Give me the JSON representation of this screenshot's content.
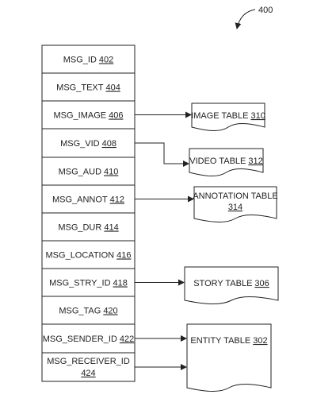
{
  "figure_label": "400",
  "fields": [
    {
      "name": "MSG_ID",
      "ref": "402"
    },
    {
      "name": "MSG_TEXT",
      "ref": "404"
    },
    {
      "name": "MSG_IMAGE",
      "ref": "406"
    },
    {
      "name": "MSG_VID",
      "ref": "408"
    },
    {
      "name": "MSG_AUD",
      "ref": "410"
    },
    {
      "name": "MSG_ANNOT",
      "ref": "412"
    },
    {
      "name": "MSG_DUR",
      "ref": "414"
    },
    {
      "name": "MSG_LOCATION",
      "ref": "416"
    },
    {
      "name": "MSG_STRY_ID",
      "ref": "418"
    },
    {
      "name": "MSG_TAG",
      "ref": "420"
    },
    {
      "name": "MSG_SENDER_ID",
      "ref": "422"
    },
    {
      "name": "MSG_RECEIVER_ID",
      "ref": "424"
    }
  ],
  "tables": [
    {
      "name": "IMAGE TABLE",
      "ref": "310"
    },
    {
      "name": "VIDEO TABLE",
      "ref": "312"
    },
    {
      "name": "ANNOTATION TABLE",
      "ref": "314"
    },
    {
      "name": "STORY TABLE",
      "ref": "306"
    },
    {
      "name": "ENTITY TABLE",
      "ref": "302"
    }
  ],
  "links": [
    {
      "from_field": 2,
      "to_table": 0
    },
    {
      "from_field": 3,
      "to_table": 1
    },
    {
      "from_field": 5,
      "to_table": 2
    },
    {
      "from_field": 8,
      "to_table": 3
    },
    {
      "from_field": 10,
      "to_table": 4
    },
    {
      "from_field": 11,
      "to_table": 4
    }
  ]
}
